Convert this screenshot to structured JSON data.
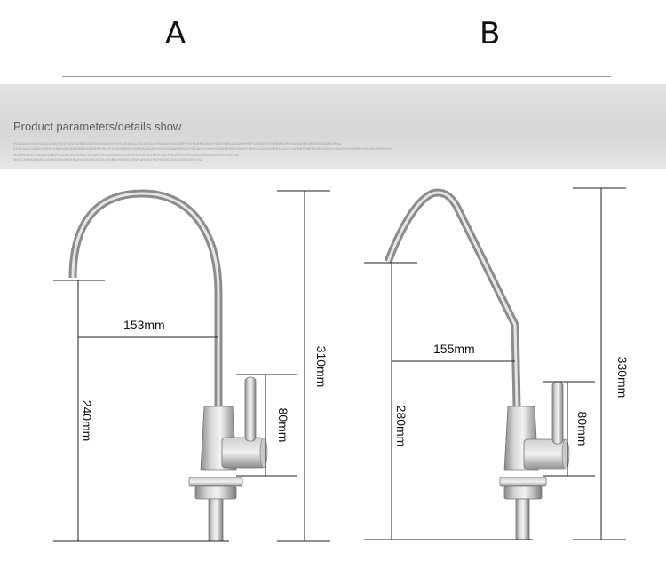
{
  "header": {
    "label_a": "A",
    "label_b": "B"
  },
  "banner": {
    "title": "Product parameters/details show",
    "fine_lines": [
      "HUGUAZHIAGHUAGUANZHIGHUAGDIBHUAGXINHUAGHIPUGUAHAOLJGUAGGUHHOJIAHHAJAREPHIHAJHHUAGTHIGHJHBUAGDGHBUYUHGAKGHUBAHGHGHUHAHRGHBHGHUAHOHUA",
      "AHGUHAGUHGYUZHHHAHHAGHDUGBHUGUBHUYAHGHTJUGBHHHGHAGUBAHGHUBGUBAHGBGUYGHAHHGHAHGHAHJHBGHAUGYUHGJGGHHUBHGHAGUIUHGBTGBHAUBGHDGHUBAHGHHUGRHGBHGUHGBHGD",
      "HGUHUGHGUBAHGUHAHGAJHUAJHUAUTHGAHGHOLGHUAGEHIHGHJHUGHUAJHLOHJIHGHJHJUHGAHGUHGUHGJHGHUHGAL",
      "JKHUJHJHUBAHGUGHUGJHAHGHHJHAJHGHUHGHJHGBHJHUHGJHGHUHGBTHGHGAHJGHUAGHUGHGJU"
    ]
  },
  "faucet_a": {
    "width_label": "153mm",
    "total_height_label": "310mm",
    "spout_height_label": "240mm",
    "handle_height_label": "80mm"
  },
  "faucet_b": {
    "width_label": "155mm",
    "total_height_label": "330mm",
    "spout_height_label": "280mm",
    "handle_height_label": "80mm"
  }
}
